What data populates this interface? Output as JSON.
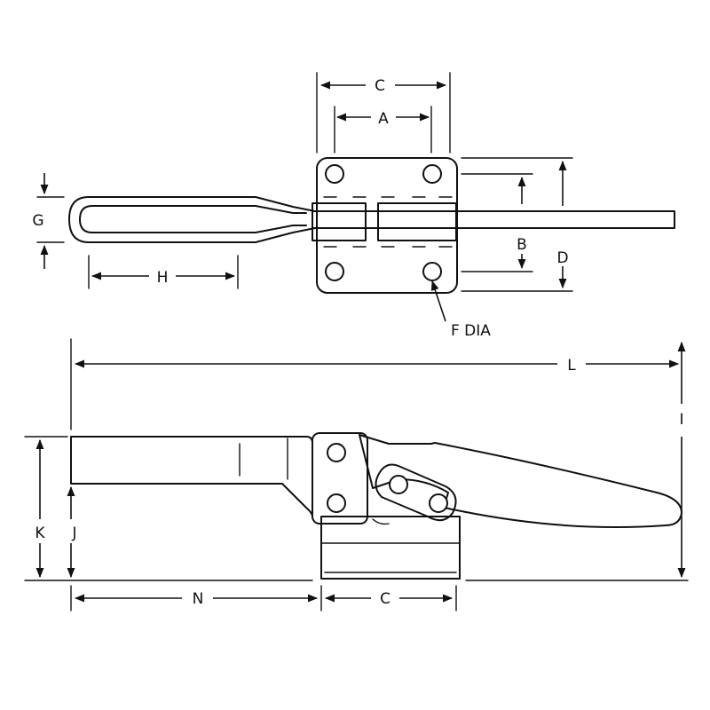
{
  "labels": {
    "A": "A",
    "B": "B",
    "C": "C",
    "D": "D",
    "F": "F DIA",
    "G": "G",
    "H": "H",
    "I": "I",
    "J": "J",
    "K": "K",
    "L": "L",
    "N": "N"
  },
  "ink_color": "#111111"
}
